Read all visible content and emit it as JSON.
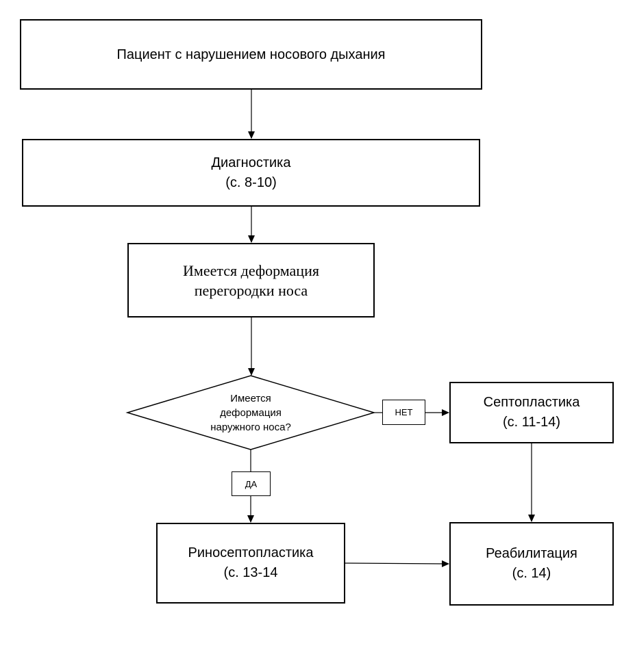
{
  "nodes": {
    "patient": {
      "lines": [
        "Пациент с нарушением носового дыхания"
      ]
    },
    "diagnostics": {
      "lines": [
        "Диагностика",
        "(с. 8-10)"
      ]
    },
    "septum_deformation": {
      "lines": [
        "Имеется деформация",
        "перегородки носа"
      ]
    },
    "external_nose_question": {
      "lines": [
        "Имеется",
        "деформация",
        "наружного носа?"
      ]
    },
    "septoplasty": {
      "lines": [
        "Септопластика",
        "(с. 11-14)"
      ]
    },
    "rhinoseptoplasty": {
      "lines": [
        "Риносептопластика",
        "(с. 13-14"
      ]
    },
    "rehabilitation": {
      "lines": [
        "Реабилитация",
        "(с. 14)"
      ]
    }
  },
  "edge_labels": {
    "no": "НЕТ",
    "yes": "ДА"
  },
  "colors": {
    "stroke": "#000000",
    "fill": "#ffffff",
    "text": "#000000"
  }
}
